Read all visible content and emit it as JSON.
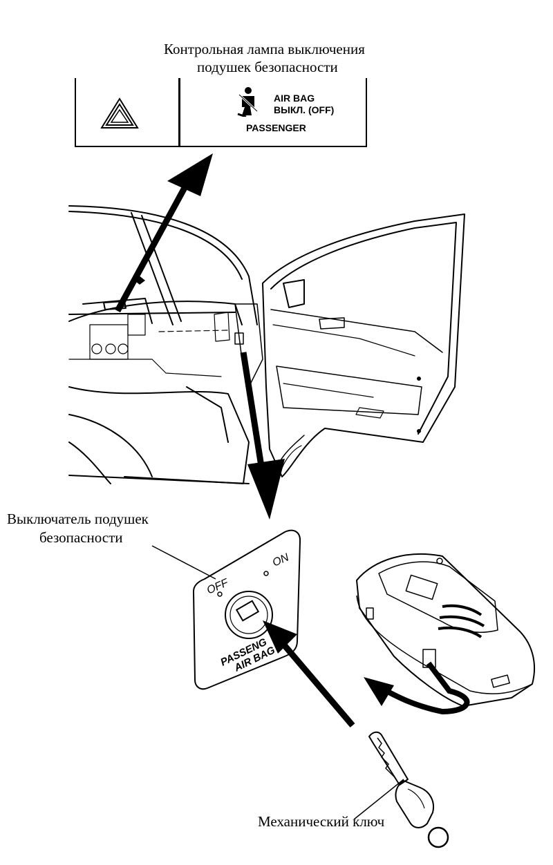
{
  "labels": {
    "indicator_caption_line1": "Контрольная лампа выключения",
    "indicator_caption_line2": "подушек безопасности",
    "switch_caption_line1": "Выключатель подушек",
    "switch_caption_line2": "безопасности",
    "key_caption": "Механический ключ"
  },
  "indicator_panel": {
    "airbag_line1": "AIR BAG",
    "airbag_line2": "ВЫКЛ. (OFF)",
    "passenger": "PASSENGER",
    "left_icon": "hazard-triangle-icon",
    "right_icon": "seatbelt-passenger-icon"
  },
  "switch_plate": {
    "off": "OFF",
    "on": "ON",
    "passenger": "PASSENG",
    "airbag": "AIR BAG"
  },
  "colors": {
    "line": "#000000",
    "background": "#ffffff"
  }
}
